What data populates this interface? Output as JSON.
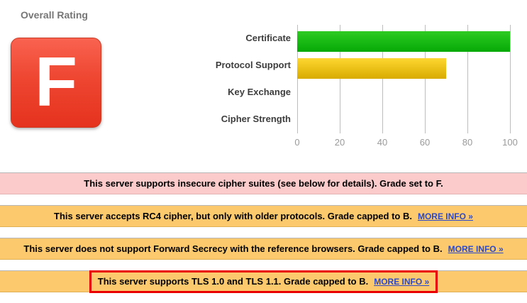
{
  "overall": {
    "label": "Overall Rating",
    "grade": "F"
  },
  "chart_data": {
    "type": "bar",
    "orientation": "horizontal",
    "categories": [
      "Certificate",
      "Protocol Support",
      "Key Exchange",
      "Cipher Strength"
    ],
    "values": [
      100,
      70,
      0,
      0
    ],
    "bar_colors": [
      "green",
      "yellow",
      "none",
      "none"
    ],
    "xlim": [
      0,
      100
    ],
    "ticks": [
      0,
      20,
      40,
      60,
      80,
      100
    ],
    "grid": "vertical",
    "title": "",
    "xlabel": "",
    "ylabel": ""
  },
  "messages": [
    {
      "type": "error",
      "text": "This server supports insecure cipher suites (see below for details). Grade set to F.",
      "link": null,
      "highlighted": false
    },
    {
      "type": "warning",
      "text": "This server accepts RC4 cipher, but only with older protocols. Grade capped to B.",
      "link": "MORE INFO »",
      "highlighted": false
    },
    {
      "type": "warning",
      "text": "This server does not support Forward Secrecy with the reference browsers. Grade capped to B.",
      "link": "MORE INFO »",
      "highlighted": false
    },
    {
      "type": "warning",
      "text": "This server supports TLS 1.0 and TLS 1.1. Grade capped to B.",
      "link": "MORE INFO »",
      "highlighted": true
    }
  ],
  "colors": {
    "grade_red": "#ee4631",
    "bar_green": "#1fb813",
    "bar_yellow": "#ebc118",
    "error_bg": "#fbcaca",
    "warning_bg": "#fcc96d",
    "link_blue": "#2b49c9",
    "annotation_red": "#e90000"
  }
}
